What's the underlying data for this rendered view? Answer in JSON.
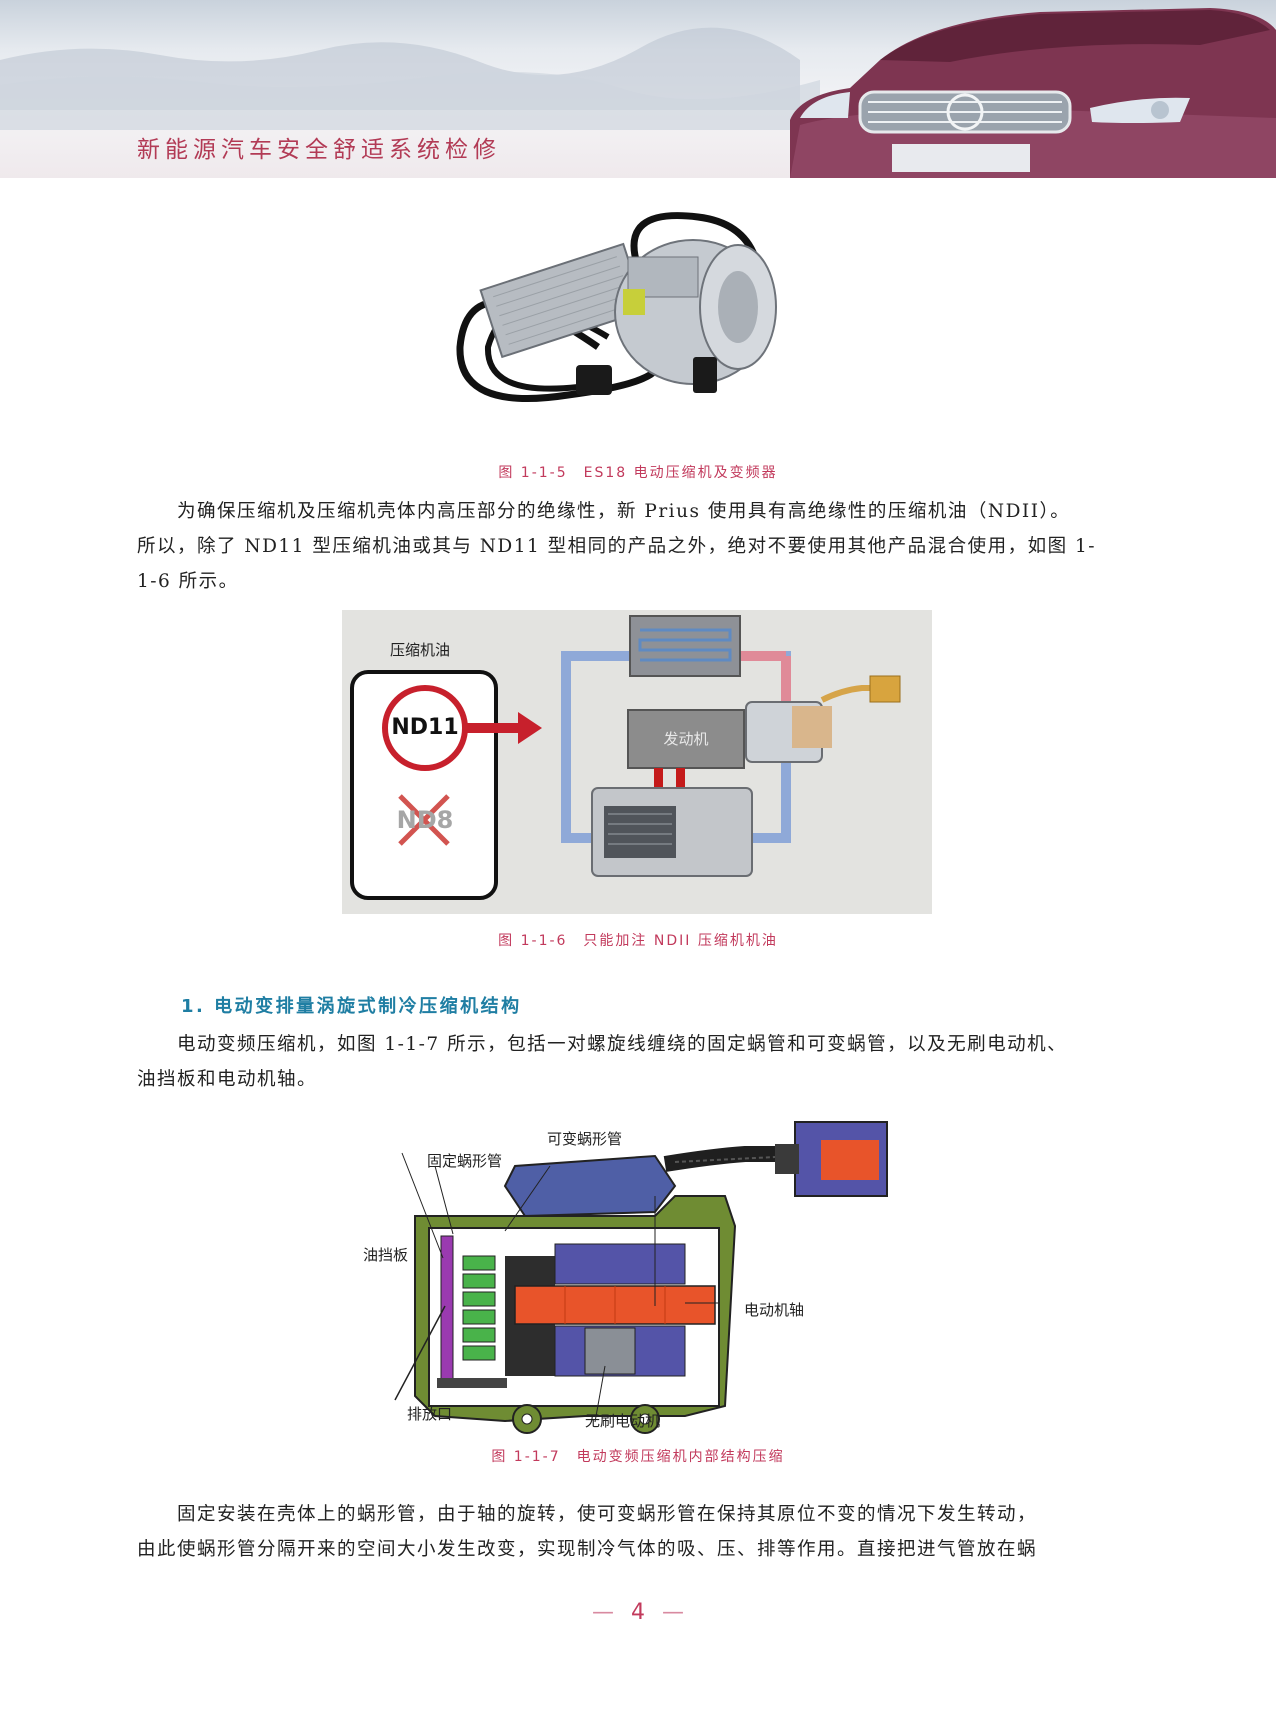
{
  "header": {
    "series_title": "新能源汽车安全舒适系统检修"
  },
  "figures": {
    "fig5": {
      "caption": "图 1-1-5　ES18 电动压缩机及变频器"
    },
    "fig6": {
      "caption": "图 1-1-6　只能加注 NDII 压缩机机油",
      "oil_label": "压缩机油",
      "nd11": "ND11",
      "nd8": "ND8",
      "engine": "发动机"
    },
    "fig7": {
      "caption": "图 1-1-7　电动变频压缩机内部结构压缩",
      "labels": {
        "variable_scroll": "可变蜗形管",
        "fixed_scroll": "固定蜗形管",
        "oil_baffle": "油挡板",
        "motor_shaft": "电动机轴",
        "discharge": "排放口",
        "brushless_motor": "无刷电动机"
      }
    }
  },
  "paragraphs": {
    "p1": [
      "为确保压缩机及压缩机壳体内高压部分的绝缘性，新 Prius 使用具有高绝缘性的压缩机油（NDII）。",
      "所以，除了 ND11 型压缩机油或其与 ND11 型相同的产品之外，绝对不要使用其他产品混合使用，如图 1-",
      "1-6 所示。"
    ],
    "section_heading": "1. 电动变排量涡旋式制冷压缩机结构",
    "p2": [
      "电动变频压缩机，如图 1-1-7 所示，包括一对螺旋线缠绕的固定蜗管和可变蜗管，以及无刷电动机、",
      "油挡板和电动机轴。"
    ],
    "p3": [
      "固定安装在壳体上的蜗形管，由于轴的旋转，使可变蜗形管在保持其原位不变的情况下发生转动，",
      "由此使蜗形管分隔开来的空间大小发生改变，实现制冷气体的吸、压、排等作用。直接把进气管放在蜗"
    ]
  },
  "footer": {
    "page_number": "4",
    "dash": "—"
  },
  "colors": {
    "accent": "#c23a5c",
    "section": "#1f7ea3"
  }
}
